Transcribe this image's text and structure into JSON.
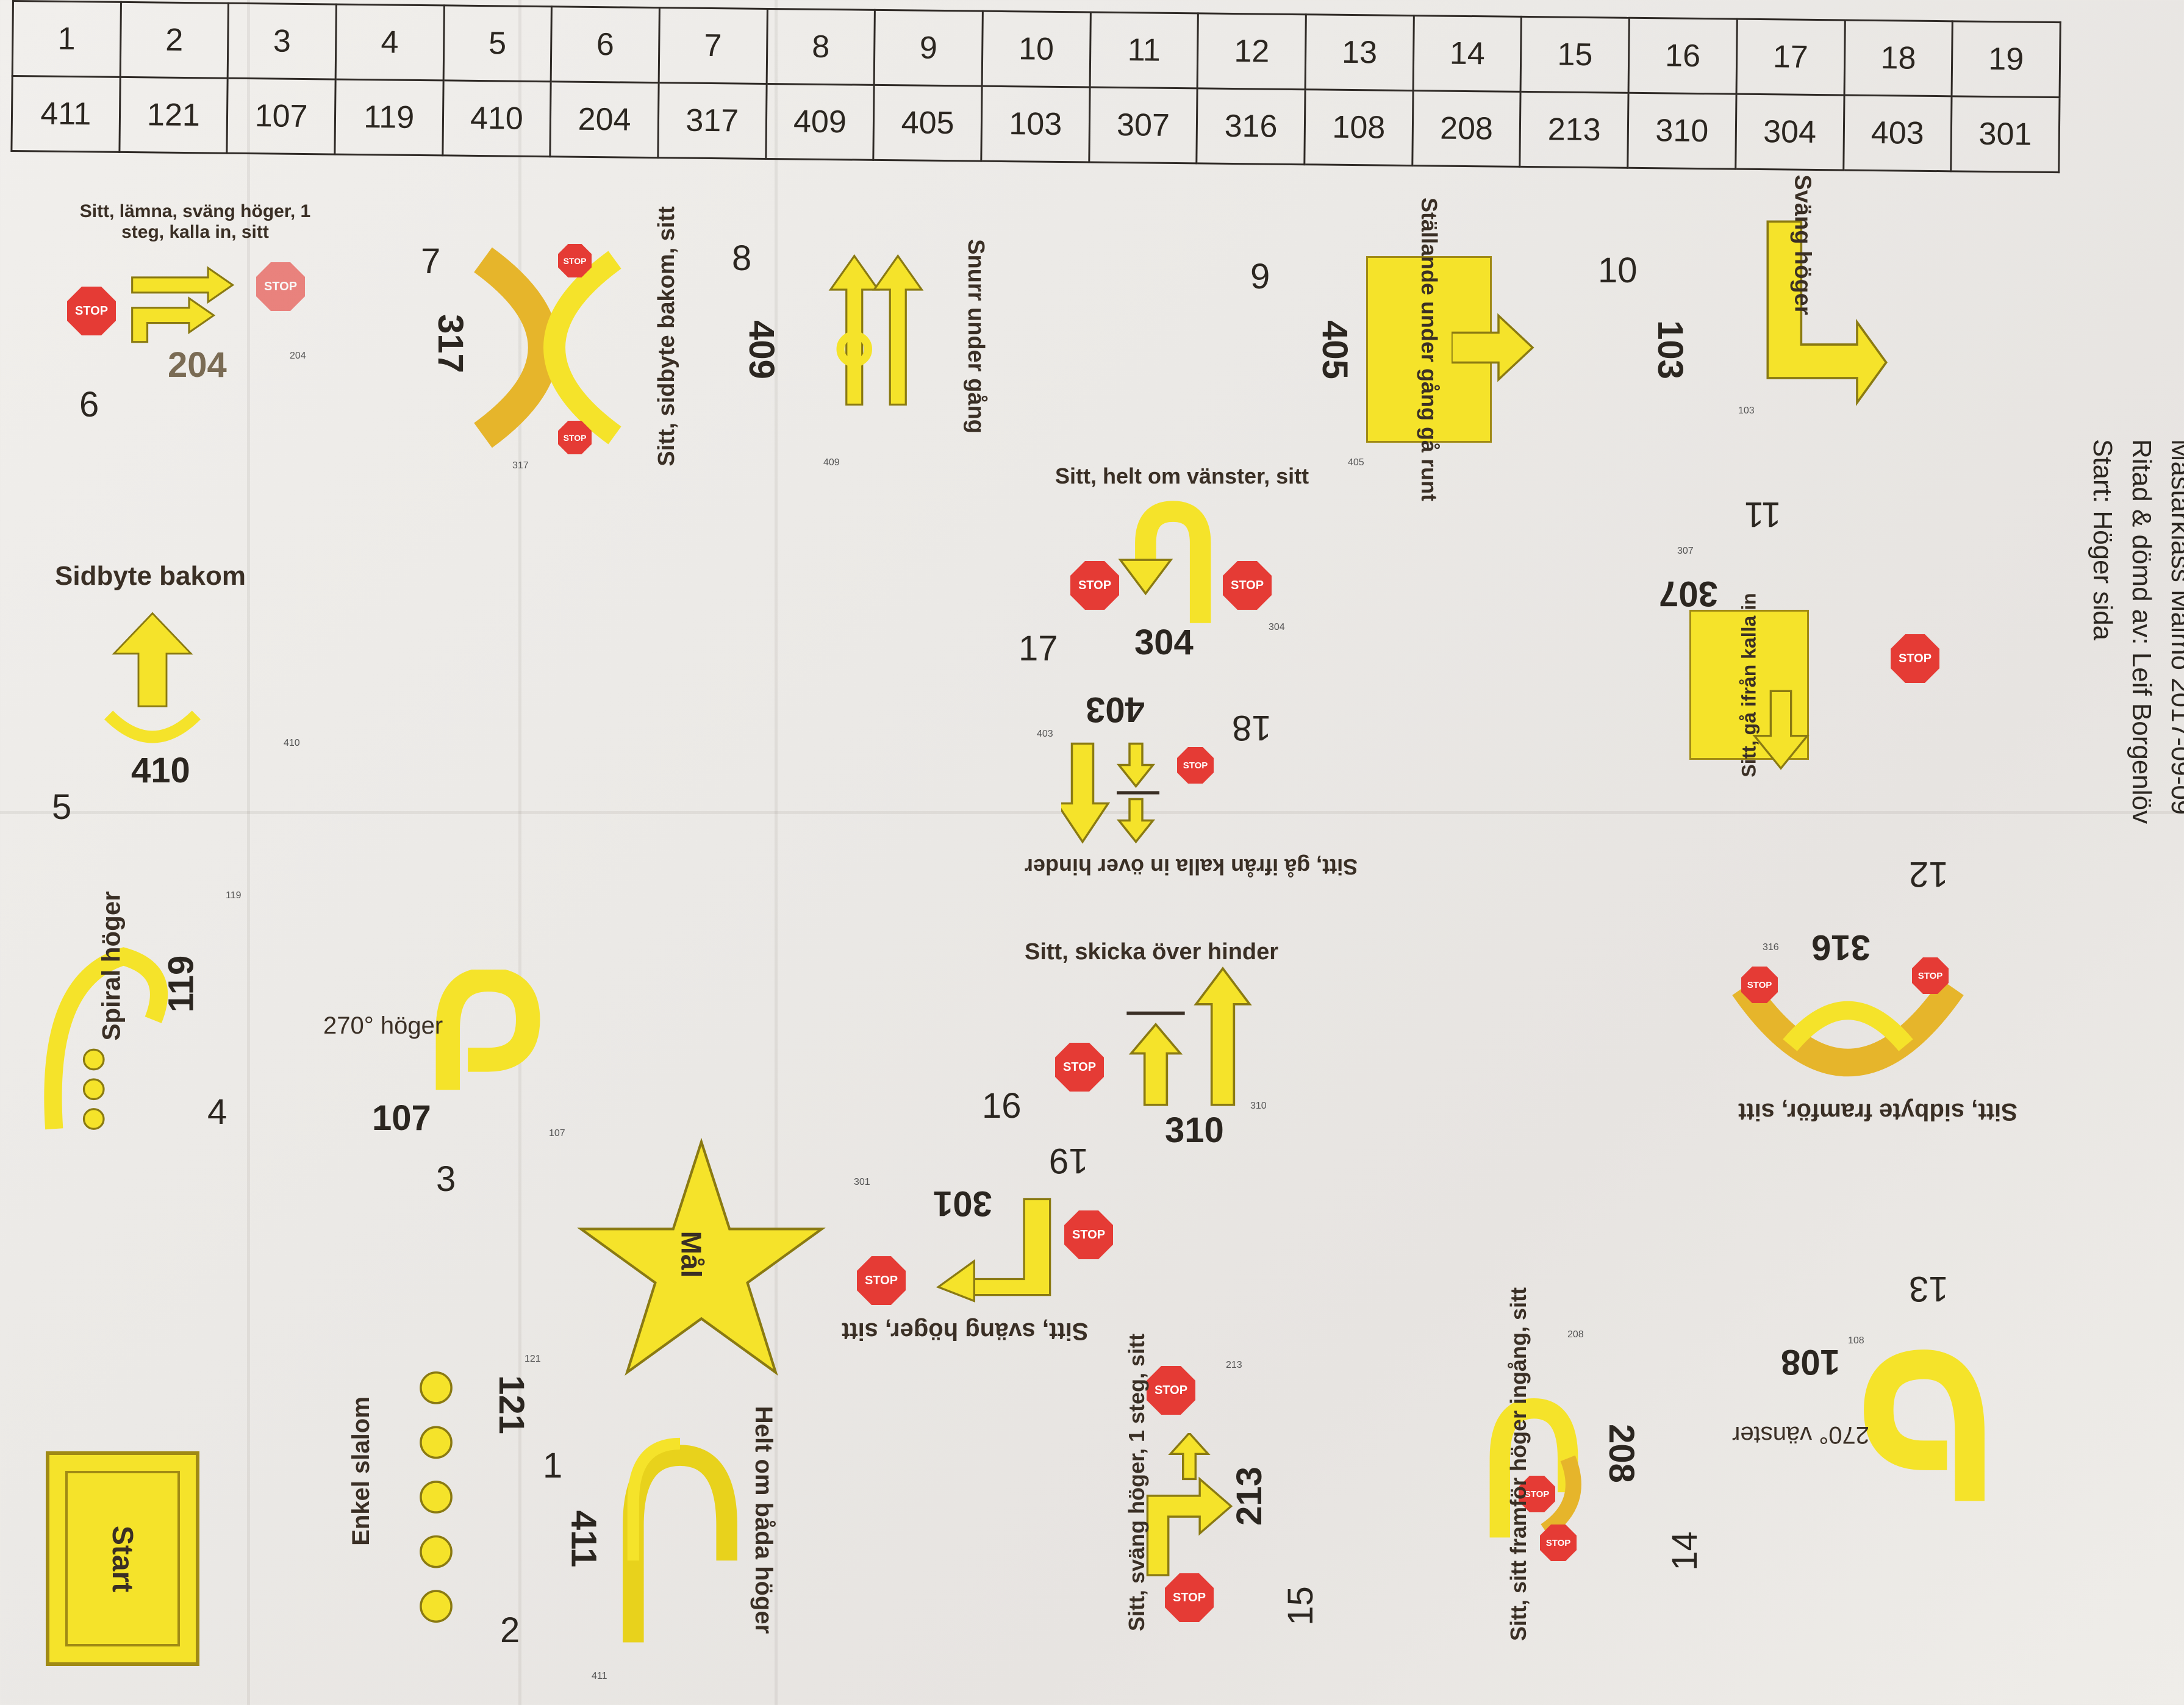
{
  "header": {
    "title": "Mästarklass Malmö 2017-09-09",
    "judge": "Ritad & dömd av: Leif Borgenlöv",
    "start_side": "Start: Höger sida"
  },
  "table": {
    "numbers": [
      "1",
      "2",
      "3",
      "4",
      "5",
      "6",
      "7",
      "8",
      "9",
      "10",
      "11",
      "12",
      "13",
      "14",
      "15",
      "16",
      "17",
      "18",
      "19"
    ],
    "codes": [
      "411",
      "121",
      "107",
      "119",
      "410",
      "204",
      "317",
      "409",
      "405",
      "103",
      "307",
      "316",
      "108",
      "208",
      "213",
      "310",
      "304",
      "403",
      "301"
    ]
  },
  "stations": {
    "s1": {
      "no": "1",
      "code": "411",
      "text": "Helt om båda höger",
      "small": "411"
    },
    "s2": {
      "no": "2",
      "code": "121",
      "text": "Enkel slalom",
      "small": "121"
    },
    "s3": {
      "no": "3",
      "code": "107",
      "text": "270° höger",
      "small": "107"
    },
    "s4": {
      "no": "4",
      "code": "119",
      "text": "Spiral höger",
      "small": "119"
    },
    "s5": {
      "no": "5",
      "code": "410",
      "text": "Sidbyte bakom",
      "small": "410"
    },
    "s6": {
      "no": "6",
      "code": "204",
      "text": "Sitt, lämna, sväng höger, 1 steg, kalla in, sitt",
      "small": "204"
    },
    "s7": {
      "no": "7",
      "code": "317",
      "text": "Sitt, sidbyte bakom, sitt",
      "small": "317"
    },
    "s8": {
      "no": "8",
      "code": "409",
      "text": "Snurr under gång",
      "small": "409"
    },
    "s9": {
      "no": "9",
      "code": "405",
      "text": "Ställande under gång gå runt",
      "small": "405"
    },
    "s10": {
      "no": "10",
      "code": "103",
      "text": "Sväng höger",
      "small": "103"
    },
    "s11": {
      "no": "11",
      "code": "307",
      "text": "Sitt, gå ifrån kalla in",
      "small": "307"
    },
    "s12": {
      "no": "12",
      "code": "316",
      "text": "Sitt, sidbyte framför, sitt",
      "small": "316"
    },
    "s13": {
      "no": "13",
      "code": "108",
      "text": "270° vänster",
      "small": "108"
    },
    "s14": {
      "no": "14",
      "code": "208",
      "text": "Sitt, sitt framför höger ingång, sitt",
      "small": "208"
    },
    "s15": {
      "no": "15",
      "code": "213",
      "text": "Sitt, sväng höger, 1 steg, sitt",
      "small": "213"
    },
    "s16": {
      "no": "16",
      "code": "310",
      "text": "Sitt, skicka över hinder",
      "small": "310"
    },
    "s17": {
      "no": "17",
      "code": "304",
      "text": "Sitt, helt om vänster, sitt",
      "small": "304"
    },
    "s18": {
      "no": "18",
      "code": "403",
      "text": "Sitt, gå ifrån kalla in över hinder",
      "small": "403"
    },
    "s19": {
      "no": "19",
      "code": "301",
      "text": "Sitt, sväng höger, sitt",
      "small": "301"
    }
  },
  "start_label": "Start",
  "goal_label": "Mål",
  "stop_label": "STOP",
  "colors": {
    "sign_yellow": "#f5e32a",
    "stop_red": "#e53b35",
    "sign_dark": "#a08a14"
  }
}
